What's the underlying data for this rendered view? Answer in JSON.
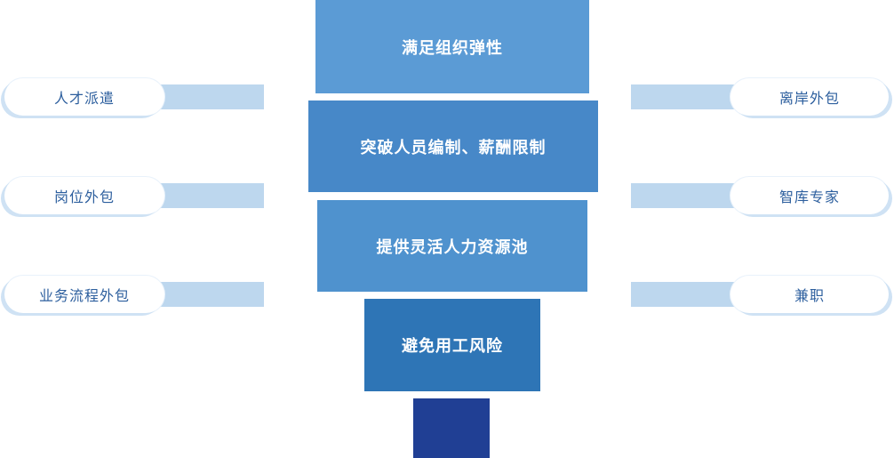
{
  "diagram": {
    "title": "flexible-staffing-benefits-funnel",
    "background": "#ffffff",
    "connector_color": "#bdd7ee",
    "pill_text_color": "#2d5f9e",
    "stem_color": "#203f94",
    "funnel": [
      {
        "label": "满足组织弹性",
        "color": "#5b9bd5"
      },
      {
        "label": "突破人员编制、薪酬限制",
        "color": "#4788c8"
      },
      {
        "label": "提供灵活人力资源池",
        "color": "#4f92ce"
      },
      {
        "label": "避免用工风险",
        "color": "#2e75b6"
      }
    ],
    "left_items": [
      {
        "label": "人才派遣"
      },
      {
        "label": "岗位外包"
      },
      {
        "label": "业务流程外包"
      }
    ],
    "right_items": [
      {
        "label": "离岸外包"
      },
      {
        "label": "智库专家"
      },
      {
        "label": "兼职"
      }
    ]
  }
}
